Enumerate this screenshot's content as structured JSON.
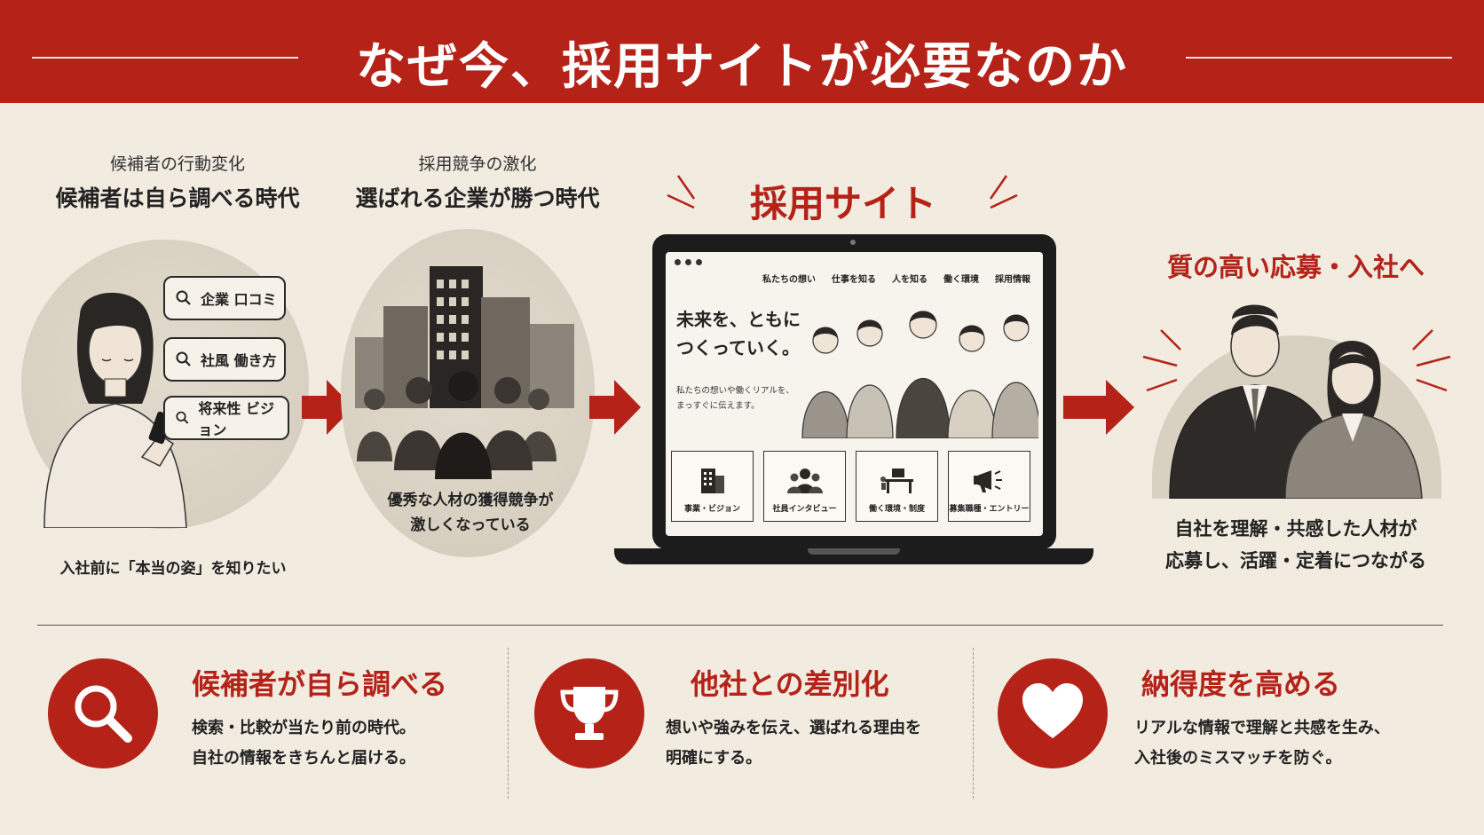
{
  "header": {
    "title": "なぜ今、採用サイトが必要なのか"
  },
  "col1": {
    "sub": "候補者の行動変化",
    "head": "候補者は自ら調べる時代",
    "searches": [
      "企業 口コミ",
      "社風 働き方",
      "将来性 ビジョン"
    ],
    "caption": "入社前に「本当の姿」を知りたい"
  },
  "col2": {
    "sub": "採用競争の激化",
    "head": "選ばれる企業が勝つ時代",
    "caption_line1": "優秀な人材の獲得競争が",
    "caption_line2": "激しくなっている"
  },
  "center": {
    "title": "採用サイト",
    "nav": [
      "私たちの想い",
      "仕事を知る",
      "人を知る",
      "働く環境",
      "採用情報"
    ],
    "hero_line1": "未来を、ともに",
    "hero_line2": "つくっていく。",
    "hero_text_line1": "私たちの想いや働くリアルを、",
    "hero_text_line2": "まっすぐに伝えます。",
    "cards": [
      "事業・ビジョン",
      "社員インタビュー",
      "働く環境・制度",
      "募集職種・エントリー"
    ]
  },
  "col4": {
    "head": "質の高い応募・入社へ",
    "caption_line1": "自社を理解・共感した人材が",
    "caption_line2": "応募し、活躍・定着につながる"
  },
  "benefits": [
    {
      "icon": "search-icon",
      "title": "候補者が自ら調べる",
      "line1": "検索・比較が当たり前の時代。",
      "line2": "自社の情報をきちんと届ける。"
    },
    {
      "icon": "trophy-icon",
      "title": "他社との差別化",
      "line1": "想いや強みを伝え、選ばれる理由を",
      "line2": "明確にする。"
    },
    {
      "icon": "heart-icon",
      "title": "納得度を高める",
      "line1": "リアルな情報で理解と共感を生み、",
      "line2": "入社後のミスマッチを防ぐ。"
    }
  ],
  "colors": {
    "accent": "#b52218",
    "background": "#f1ebe0",
    "ink": "#222222"
  }
}
